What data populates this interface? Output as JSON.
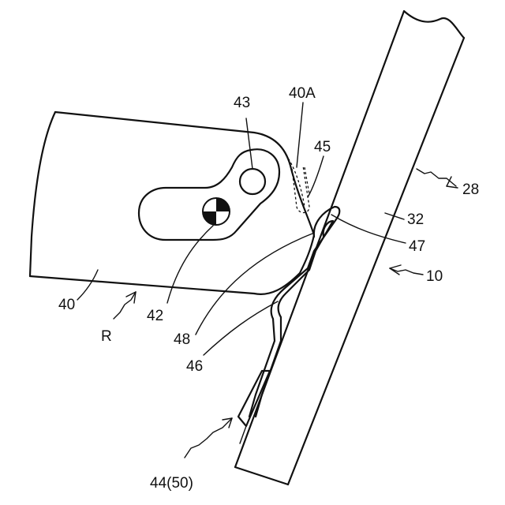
{
  "diagram": {
    "labels": {
      "l43": "43",
      "l40A": "40A",
      "l45": "45",
      "l28": "28",
      "l32": "32",
      "l47": "47",
      "l10": "10",
      "l40": "40",
      "l42": "42",
      "lR": "R",
      "l48": "48",
      "l46": "46",
      "l44": "44(50)"
    }
  }
}
